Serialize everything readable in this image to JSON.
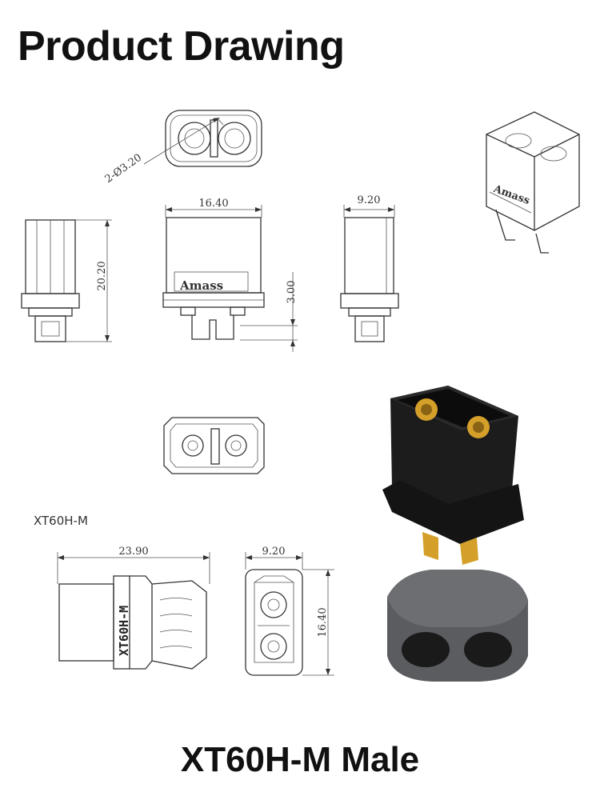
{
  "page": {
    "title": "Product Drawing",
    "footer": "XT60H-M Male",
    "model_label": "XT60H-M"
  },
  "dimensions": {
    "hole_spec": "2-Ø3.20",
    "width_front": "16.40",
    "depth_side": "9.20",
    "height_left": "20.20",
    "pin_offset": "3.00",
    "length_bottom": "23.90",
    "width_bottom": "9.20",
    "height_bottom": "16.40"
  },
  "markings": {
    "brand": "Amass",
    "side_print": "XT60H-M"
  },
  "colors": {
    "line": "#333333",
    "connector_body": "#1c1c1c",
    "sleeve": "#5a5c60",
    "pin_gold": "#d4a02a"
  }
}
